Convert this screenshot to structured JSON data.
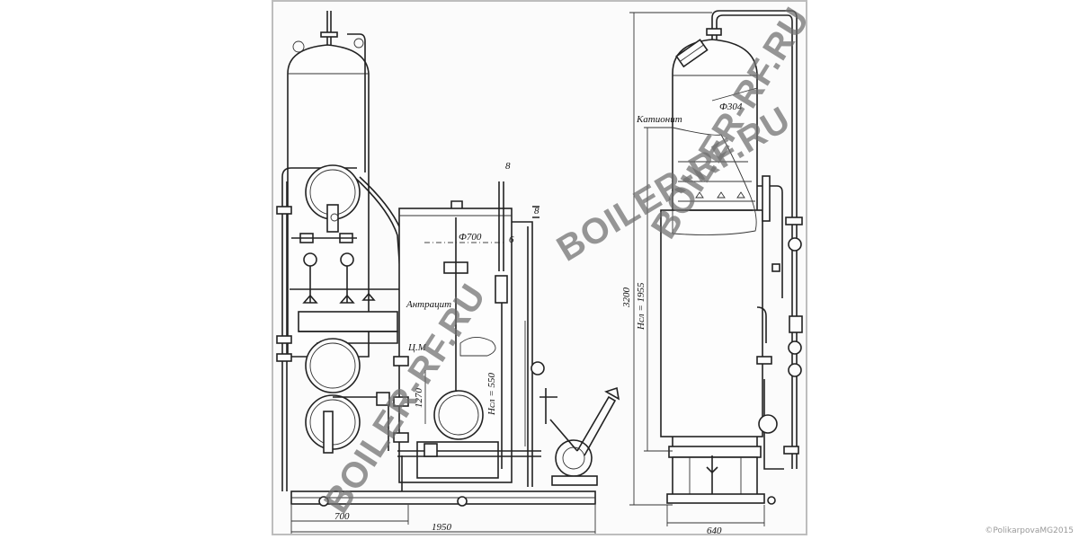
{
  "labels": {
    "anthracite": "Антрацит",
    "cationite": "Катионит",
    "cm": "Ц.М",
    "dia_700": "Ф700",
    "dia_304": "Ф304",
    "h_layer_550": "Hсл = 550",
    "h_layer_1955": "Hсл = 1955",
    "dim_1270": "1270",
    "dim_3200": "3200",
    "dim_700": "700",
    "dim_1950": "1950",
    "dim_640": "640",
    "mark_b1": "8",
    "mark_b2": "6",
    "mark_b3": "8"
  },
  "watermarks": [
    "BOILER-RF.RU",
    "BOILER-RF.RU",
    "BOILER-RF.RU"
  ],
  "copyright": "©PolikarpovaMG2015",
  "colors": {
    "line": "#222222",
    "watermark": "#6e6e6e",
    "frame": "#bdbdbd"
  }
}
